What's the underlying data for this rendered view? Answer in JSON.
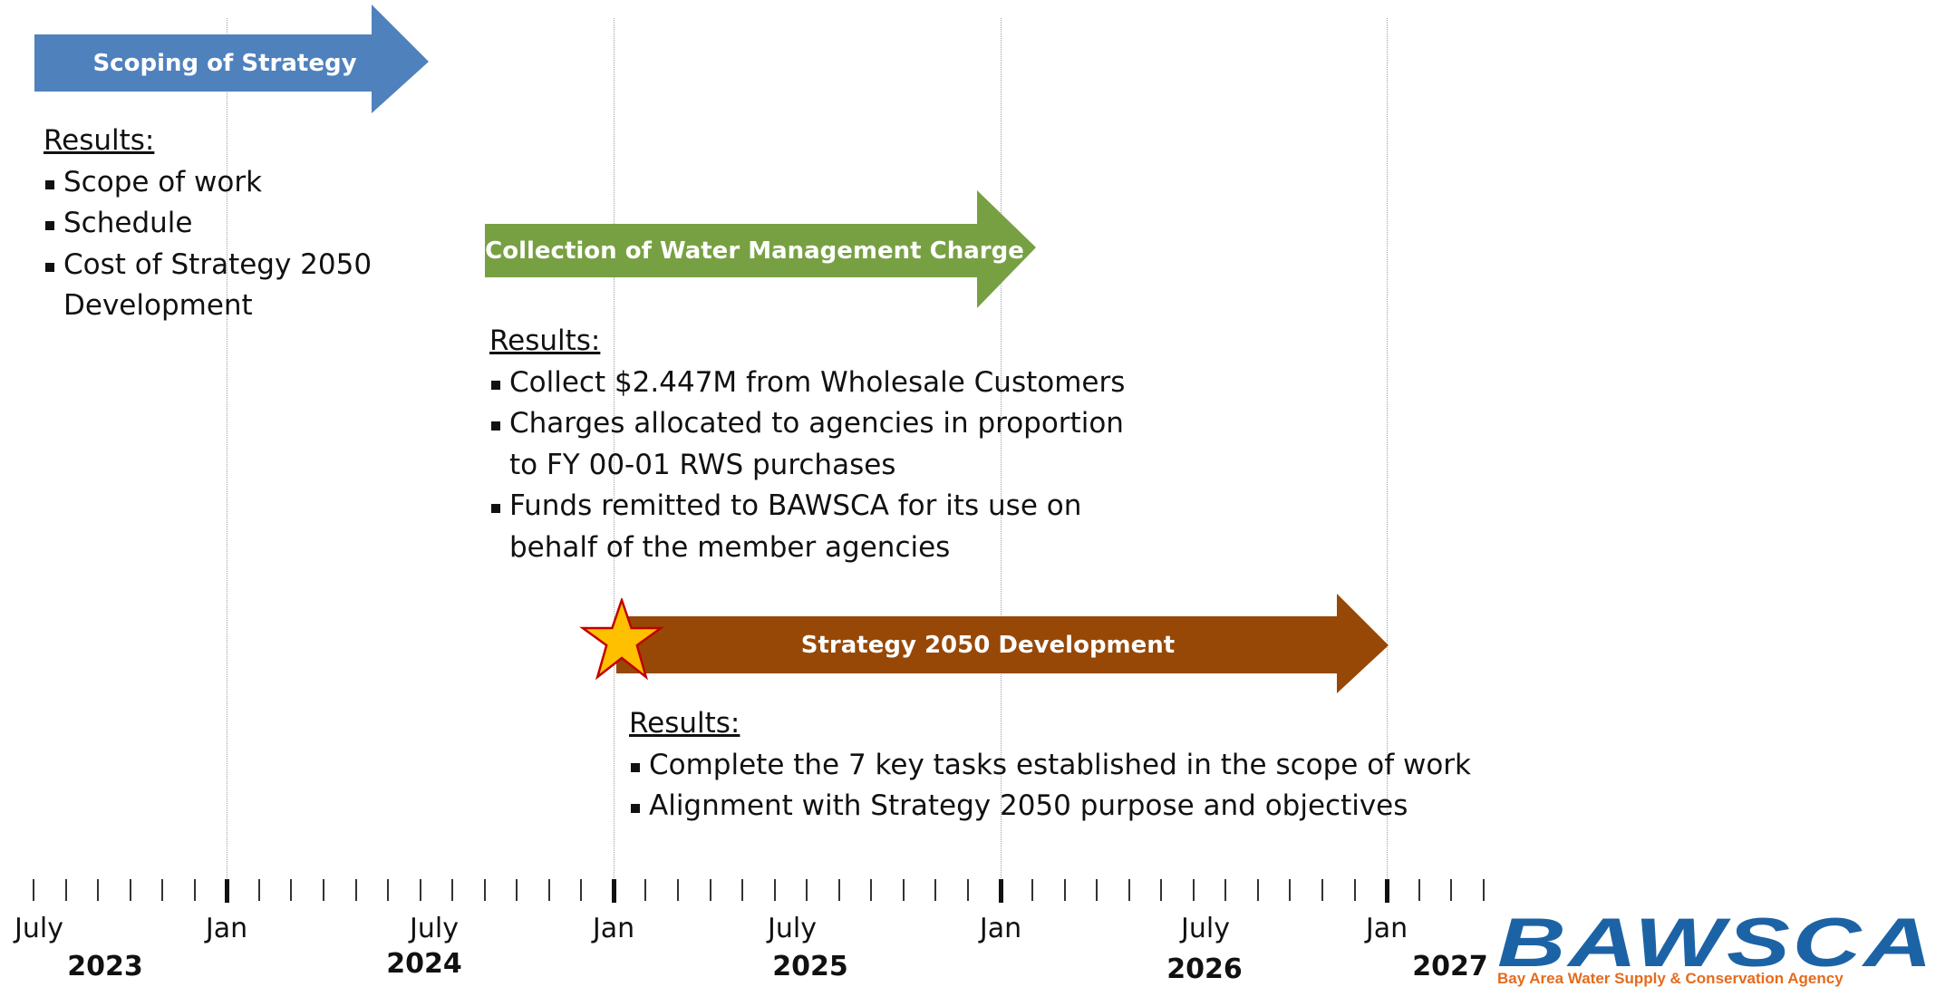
{
  "phases": [
    {
      "label": "Scoping of Strategy",
      "color": "#4f81bd",
      "results_title": "Results:",
      "results": [
        "Scope of work",
        "Schedule",
        "Cost of Strategy 2050\nDevelopment"
      ]
    },
    {
      "label": "Collection of Water Management Charge",
      "color": "#77a043",
      "results_title": "Results:",
      "results": [
        "Collect $2.447M from Wholesale Customers",
        "Charges allocated to agencies in proportion\nto FY 00-01 RWS purchases",
        "Funds remitted to BAWSCA for its use on\nbehalf of the member agencies"
      ]
    },
    {
      "label": "Strategy 2050 Development",
      "color": "#974807",
      "results_title": "Results:",
      "results": [
        "Complete the 7 key tasks established in the scope of work",
        "Alignment with Strategy 2050 purpose and objectives"
      ]
    }
  ],
  "star_colors": {
    "fill": "#ffc000",
    "stroke": "#c00000"
  },
  "timeline": {
    "month_labels": [
      "July",
      "Jan",
      "July",
      "Jan",
      "July",
      "Jan",
      "July",
      "Jan"
    ],
    "year_labels": [
      "2023",
      "2024",
      "2025",
      "2026",
      "2027"
    ]
  },
  "logo": {
    "name": "BAWSCA",
    "tagline": "Bay Area Water Supply & Conservation Agency",
    "colors": {
      "primary": "#1c63a6",
      "accent": "#e56b1d"
    }
  }
}
